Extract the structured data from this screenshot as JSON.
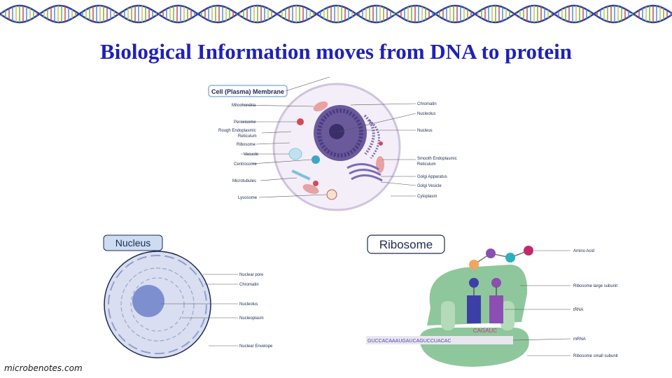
{
  "title": "Biological Information moves from DNA to protein",
  "credit": "microbenotes.com",
  "cell_diagram": {
    "header": "Cell (Plasma) Membrane",
    "left_labels": [
      "Mitochondria",
      "Peroxisome",
      "Rough Endoplasmic",
      "Reticulum",
      "Ribosome",
      "Vacuole",
      "Centrosome",
      "Microtubules",
      "Lysosome"
    ],
    "right_labels": [
      "Chromatin",
      "Nucleolus",
      "Nucleus",
      "Smooth Endoplasmic",
      "Reticulum",
      "Golgi Apparatus",
      "Golgi Vesicle",
      "Cytoplasm"
    ]
  },
  "nucleus_diagram": {
    "header": "Nucleus",
    "labels": [
      "Nuclear pore",
      "Chromatin",
      "Nucleolus",
      "Nucleoplasm",
      "Nuclear Envelope"
    ]
  },
  "ribosome_diagram": {
    "header": "Ribosome",
    "labels": [
      "Amino Acid",
      "Ribosome large subunit",
      "tRNA",
      "mRNA",
      "Ribosome small subunit"
    ],
    "anticodons": "CAGAUC",
    "mrna_sequence": "GUCCACAAAUGAUCAGUCCUACAC"
  },
  "colors": {
    "title": "#1f21b8",
    "dna_helix": "#2a3f9e",
    "nucleus_fill": "#d9def0",
    "ribosome_green": "#7fbf8e",
    "trna_blue": "#3d3fa8",
    "trna_purple": "#8a4fb0"
  }
}
